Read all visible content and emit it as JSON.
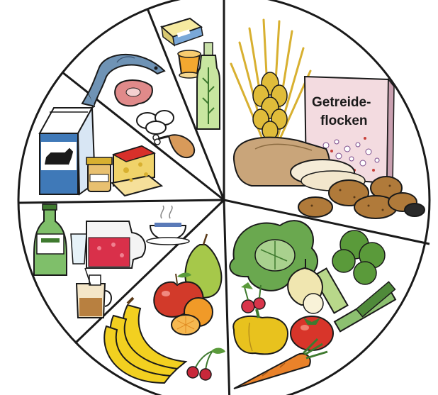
{
  "cereal_box": {
    "line1": "Getreide-",
    "line2": "flocken"
  },
  "colors": {
    "outline": "#1a1a1a",
    "grain": "#d8b030",
    "bread": "#c9a57a",
    "potato": "#b07a3a",
    "milk_carton": "#3f79b8",
    "cheese": "#f0d36a",
    "fish": "#6f93b5",
    "pear": "#a6c84a",
    "apple": "#d23a2a",
    "orange": "#f09a28",
    "banana": "#f2d020",
    "lettuce": "#6aa84f",
    "pepper": "#e8c21e",
    "carrot": "#e9822a",
    "tomato": "#d8352a",
    "bottle_green": "#7fbf6a",
    "juice": "#d9304a"
  },
  "segments": [
    {
      "id": "grain-products",
      "icon": "cereal-bread-potatoes"
    },
    {
      "id": "vegetables",
      "icon": "vegetables"
    },
    {
      "id": "fruit",
      "icon": "fruit"
    },
    {
      "id": "drinks",
      "icon": "drinks"
    },
    {
      "id": "dairy",
      "icon": "milk-cheese"
    },
    {
      "id": "fish-meat-eggs",
      "icon": "fish-meat-eggs"
    },
    {
      "id": "fats-oils",
      "icon": "butter-oil"
    }
  ]
}
